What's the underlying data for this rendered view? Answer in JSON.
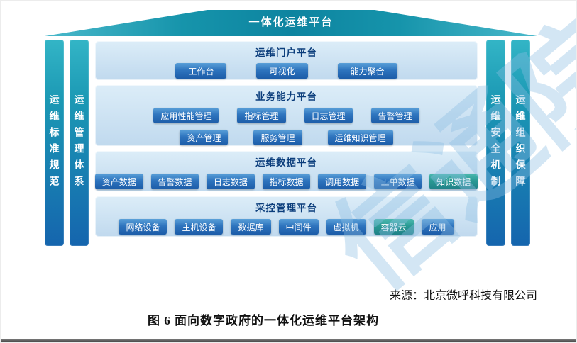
{
  "figure": {
    "roof_label": "一体化运维平台",
    "pillars": {
      "left": [
        "运维标准规范",
        "运维管理体系"
      ],
      "right": [
        "运维安全机制",
        "运维组织保障"
      ]
    },
    "layers": [
      {
        "title": "运维门户平台",
        "rows": [
          [
            "工作台",
            "可视化",
            "能力聚合"
          ]
        ]
      },
      {
        "title": "业务能力平台",
        "rows": [
          [
            "应用性能管理",
            "指标管理",
            "日志管理",
            "告警管理"
          ],
          [
            "资产管理",
            "服务管理",
            "运维知识管理"
          ]
        ]
      },
      {
        "title": "运维数据平台",
        "rows": [
          [
            "资产数据",
            "告警数据",
            "日志数据",
            "指标数据",
            "调用数据",
            "工单数据",
            "知识数据"
          ]
        ]
      },
      {
        "title": "采控管理平台",
        "rows": [
          [
            "网络设备",
            "主机设备",
            "数据库",
            "中间件",
            "虚拟机",
            "容器云",
            "应用"
          ]
        ]
      }
    ]
  },
  "watermark": "信通院",
  "source": "来源：北京微呼科技有限公司",
  "caption": "图 6 面向数字政府的一体化运维平台架构",
  "colors": {
    "roof_teal": "#0d84a0",
    "pillar_top": "#33b5c6",
    "pillar_bottom": "#1565ae",
    "panel_bg": "#cbe1f2",
    "panel_title_text": "#0c3e7c",
    "button_blue": "#2e74be",
    "button_teal": "#2a9a94",
    "watermark_blue": "#8cbee1"
  }
}
